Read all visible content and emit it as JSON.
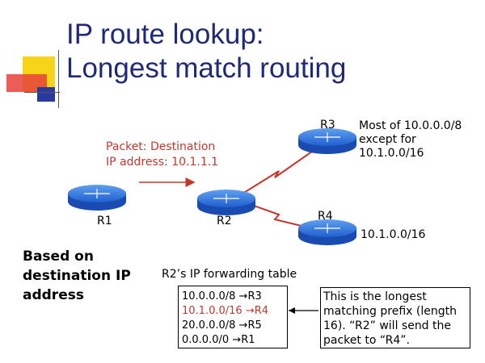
{
  "title": {
    "line1": "IP route lookup:",
    "line2": "Longest match routing"
  },
  "packet": {
    "line1": "Packet: Destination",
    "line2": "IP address: 10.1.1.1"
  },
  "routers": {
    "r1": "R1",
    "r2": "R2",
    "r3": "R3",
    "r4": "R4"
  },
  "r3_note": {
    "line1": "Most of 10.0.0.0/8",
    "line2": "except for",
    "line3": "10.1.0.0/16"
  },
  "r4_note": "10.1.0.0/16",
  "based_on": {
    "line1": "Based on",
    "line2": "destination IP",
    "line3": "address"
  },
  "table_caption": "R2’s IP forwarding table",
  "forwarding_table": [
    {
      "prefix": "10.0.0.0/8",
      "arrow": "→",
      "next_hop": "R3"
    },
    {
      "prefix": "10.1.0.0/16",
      "arrow": "→",
      "next_hop": "R4"
    },
    {
      "prefix": "20.0.0.0/8",
      "arrow": "→",
      "next_hop": "R5"
    },
    {
      "prefix": "0.0.0.0/0",
      "arrow": "→",
      "next_hop": "R1"
    }
  ],
  "highlight_row_color": "#c0392b",
  "callout": {
    "line1": "This is the longest",
    "line2": "matching prefix (length",
    "line3": "16).  “R2” will send the",
    "line4": "packet to “R4”."
  },
  "colors": {
    "title": "#1e2a78",
    "router": "#1f5fcf",
    "link": "#c0392b",
    "deco_yellow": "#f7d418",
    "deco_red": "#e7413a",
    "deco_blue": "#2a3a9c"
  }
}
